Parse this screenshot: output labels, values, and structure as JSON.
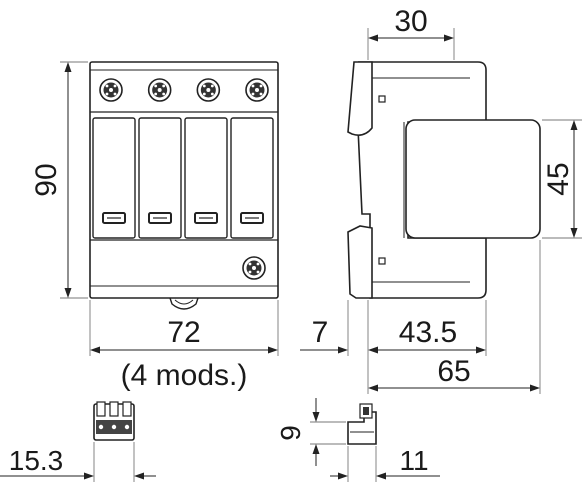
{
  "dimensions": {
    "front_height": "90",
    "front_width": "72",
    "front_modules": "(4 mods.)",
    "side_top_width": "30",
    "side_module_height": "45",
    "side_rail_offset": "7",
    "side_depth_front": "43.5",
    "side_total_depth": "65",
    "connector_width": "15.3",
    "connector_height": "9",
    "connector_depth": "11"
  },
  "counts": {
    "pole_modules": 4,
    "top_terminals": 4,
    "bottom_terminals": 1
  }
}
